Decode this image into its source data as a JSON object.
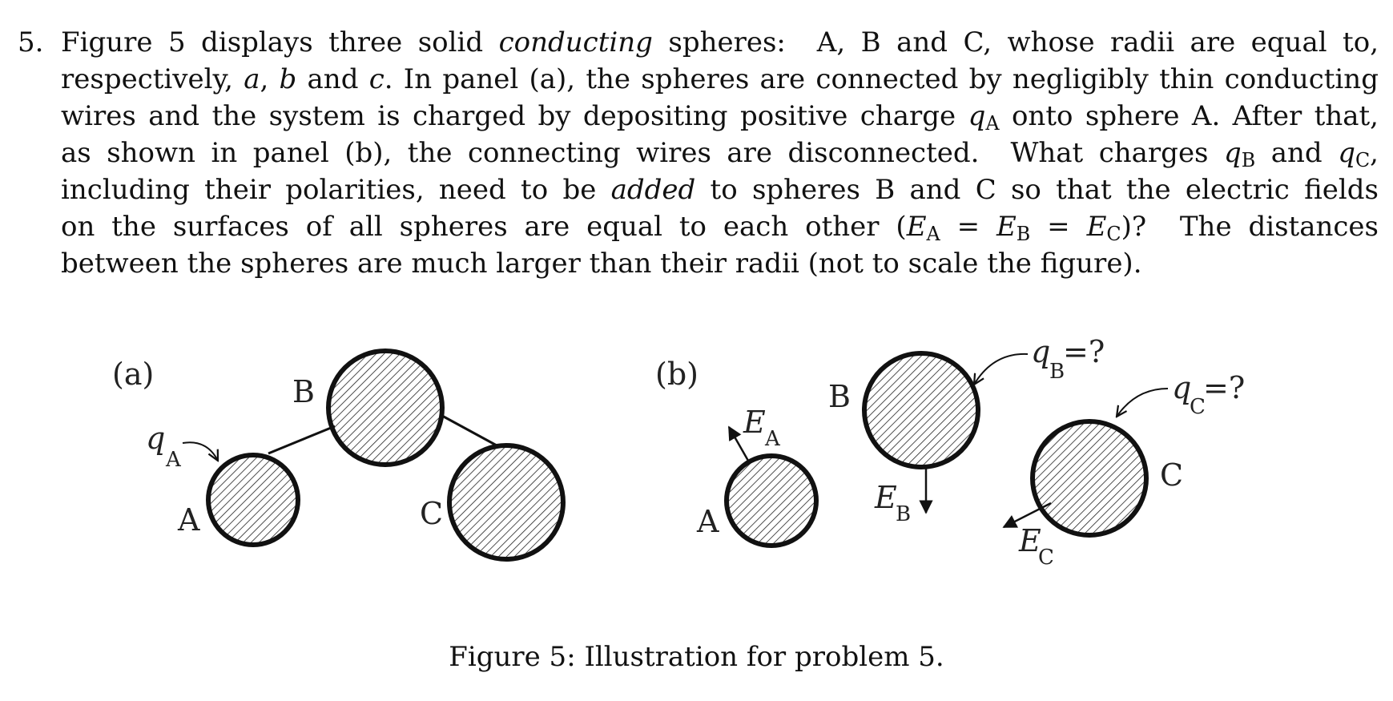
{
  "problem": {
    "number": "5.",
    "lines": [
      [
        "Figure 5 displays three solid ",
        "conducting",
        " spheres:  A, B and C, whose radii are equal to,"
      ],
      [
        "respectively, ",
        "a",
        ", ",
        "b",
        " and ",
        "c",
        ". In panel (a), the spheres are connected by negligibly thin conducting"
      ],
      [
        "wires and the system is charged by depositing positive charge ",
        "q",
        "A",
        " onto sphere A. After that,"
      ],
      [
        "as shown in panel (b), the connecting wires are disconnected.  What charges ",
        "q",
        "B",
        " and ",
        "q",
        "C",
        ","
      ],
      [
        "including their polarities, need to be ",
        "added",
        " to spheres B and C so that the electric fields"
      ],
      [
        "on the surfaces of all spheres are equal to each other (",
        "E",
        "A",
        " = ",
        "E",
        "B",
        " = ",
        "E",
        "C",
        ")?  The distances"
      ],
      [
        "between the spheres are much larger than their radii (not to scale the figure)."
      ]
    ]
  },
  "figure": {
    "panel_a": {
      "panel_label": "(a)",
      "charge_symbol": "q",
      "charge_subscript": "A",
      "sphere_labels": [
        "A",
        "B",
        "C"
      ]
    },
    "panel_b": {
      "panel_label": "(b)",
      "sphere_labels": [
        "A",
        "B",
        "C"
      ],
      "field_symbol": "E",
      "field_subscripts": [
        "A",
        "B",
        "C"
      ],
      "unknown_charge_symbol": "q",
      "unknown_charge_subscripts": [
        "B",
        "C"
      ],
      "unknown_suffix": "=?"
    },
    "caption": "Figure 5: Illustration for problem 5."
  }
}
